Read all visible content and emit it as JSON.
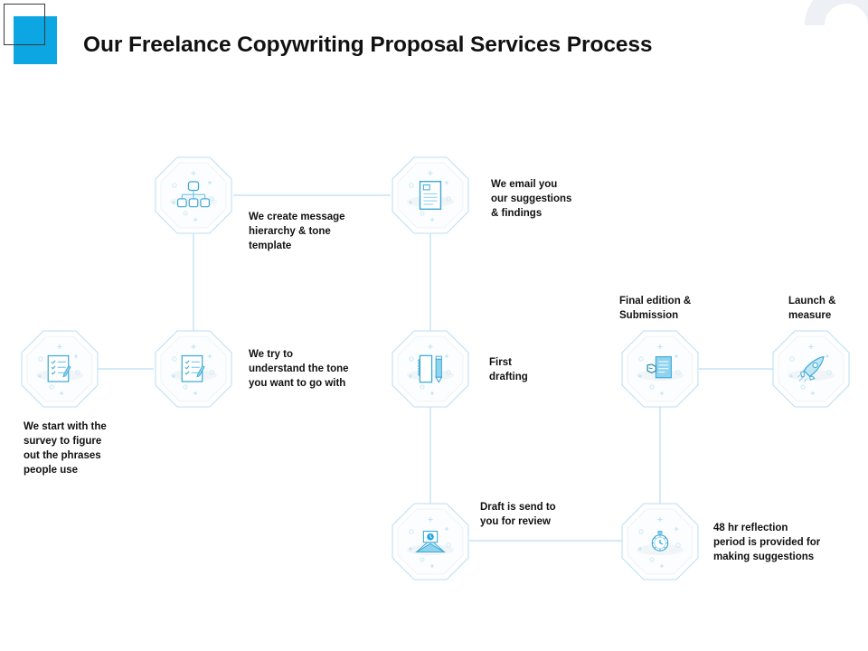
{
  "slide": {
    "title": "Our Freelance Copywriting Proposal Services Process",
    "accent_color": "#0CA6E3",
    "line_color": "#b9dff0",
    "ring_color": "#edf0f4",
    "text_color": "#111111",
    "background": "#ffffff"
  },
  "decorations": [
    {
      "name": "square-outline",
      "type": "square-outline",
      "color": "#3a3a3a"
    },
    {
      "name": "square-fill",
      "type": "square-filled",
      "color": "#0CA6E3"
    },
    {
      "name": "corner-ring",
      "type": "ring",
      "color": "#edf0f4"
    }
  ],
  "nodes": [
    {
      "id": "survey",
      "icon": "checklist-survey-icon",
      "label": "We start with the\nsurvey to figure\nout the phrases\npeople use",
      "label_position": "below-left"
    },
    {
      "id": "tone",
      "icon": "checklist-survey-icon",
      "label": "We try to\nunderstand the tone\nyou want to go with",
      "label_position": "right"
    },
    {
      "id": "hierarchy",
      "icon": "hierarchy-tree-icon",
      "label": "We create message\nhierarchy & tone\ntemplate",
      "label_position": "right"
    },
    {
      "id": "email",
      "icon": "document-page-icon",
      "label": "We email you\nour suggestions\n& findings",
      "label_position": "right"
    },
    {
      "id": "drafting",
      "icon": "notepad-pencil-icon",
      "label": "First\ndrafting",
      "label_position": "right"
    },
    {
      "id": "review",
      "icon": "open-envelope-icon",
      "label": "Draft is send to\nyou for review",
      "label_position": "above-right"
    },
    {
      "id": "reflection",
      "icon": "clock-compass-icon",
      "label": "48 hr reflection\nperiod is provided for\nmaking suggestions",
      "label_position": "right"
    },
    {
      "id": "final",
      "icon": "hand-document-icon",
      "label": "Final edition &\nSubmission",
      "label_position": "above"
    },
    {
      "id": "launch",
      "icon": "rocket-icon",
      "label": "Launch &\nmeasure",
      "label_position": "above"
    }
  ]
}
